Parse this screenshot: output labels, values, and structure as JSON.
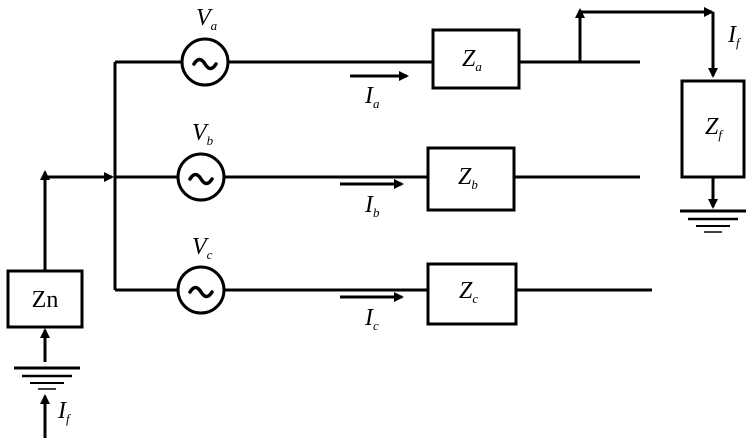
{
  "diagram": {
    "sources": [
      {
        "id": "a",
        "symbol": "V",
        "sub": "a"
      },
      {
        "id": "b",
        "symbol": "V",
        "sub": "b"
      },
      {
        "id": "c",
        "symbol": "V",
        "sub": "c"
      }
    ],
    "impedances": [
      {
        "id": "a",
        "symbol": "Z",
        "sub": "a"
      },
      {
        "id": "b",
        "symbol": "Z",
        "sub": "b"
      },
      {
        "id": "c",
        "symbol": "Z",
        "sub": "c"
      }
    ],
    "currents": [
      {
        "id": "a",
        "symbol": "I",
        "sub": "a"
      },
      {
        "id": "b",
        "symbol": "I",
        "sub": "b"
      },
      {
        "id": "c",
        "symbol": "I",
        "sub": "c"
      }
    ],
    "fault_impedance": {
      "symbol": "Z",
      "sub": "f"
    },
    "fault_current": {
      "symbol": "I",
      "sub": "f"
    },
    "neutral_impedance": {
      "label": "Zn"
    },
    "neutral_current": {
      "symbol": "I",
      "sub": "f"
    }
  }
}
